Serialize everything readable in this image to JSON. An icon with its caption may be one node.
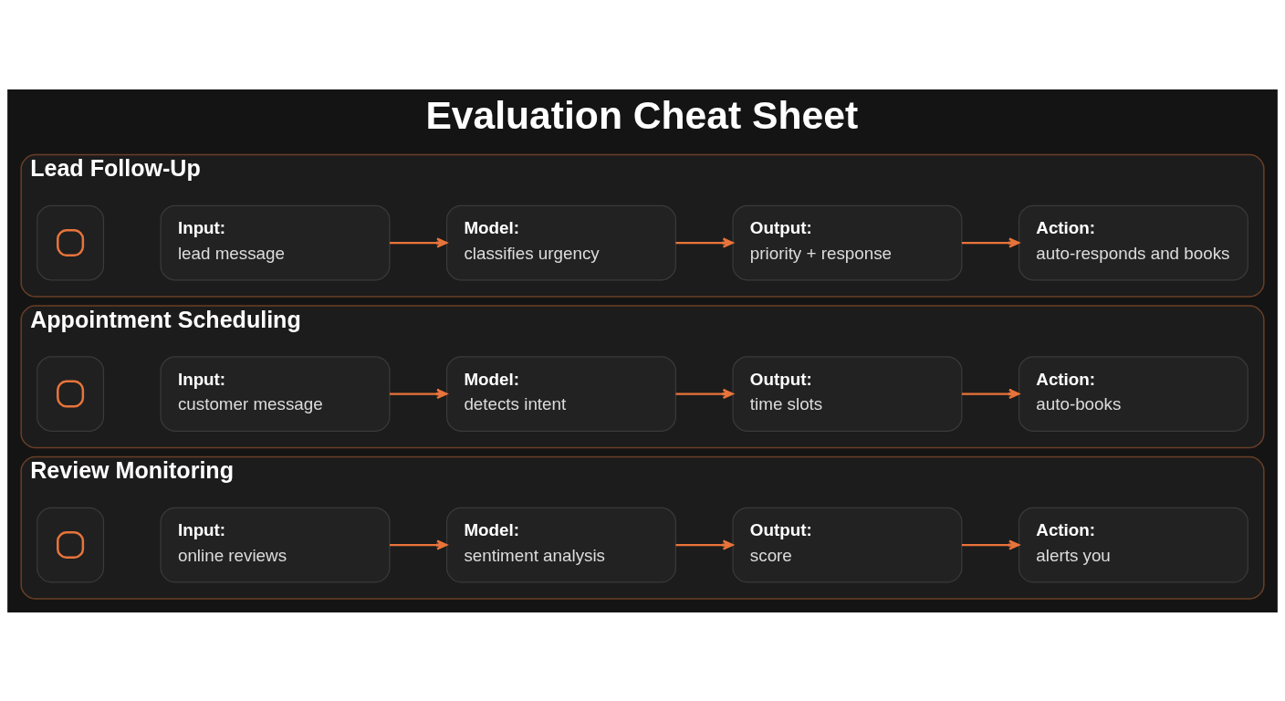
{
  "diagram": {
    "title": "Evaluation Cheat Sheet",
    "nodes": [
      {
        "text": [
          "Lead Follow-Up"
        ]
      },
      {
        "text": [],
        "shape": "picture",
        "in": 0
      },
      {
        "text": [
          "Input:",
          "lead message"
        ],
        "in": 0
      },
      {
        "text": [
          "Model:",
          "classifies urgency"
        ],
        "in": 0
      },
      {
        "text": [
          "Output:",
          "priority + response"
        ],
        "in": 0
      },
      {
        "text": [
          "Action:",
          "auto-responds and books"
        ],
        "in": 0
      },
      {
        "text": [
          "Appointment Scheduling"
        ]
      },
      {
        "text": [],
        "shape": "picture",
        "in": 6
      },
      {
        "text": [
          "Input:",
          "customer message"
        ],
        "in": 6
      },
      {
        "text": [
          "Model:",
          "detects intent"
        ],
        "in": 6
      },
      {
        "text": [
          "Output:",
          "time slots"
        ],
        "in": 6
      },
      {
        "text": [
          "Action:",
          "auto-books"
        ],
        "in": 6
      },
      {
        "text": [
          "Review Monitoring"
        ]
      },
      {
        "text": [],
        "shape": "picture",
        "in": 12
      },
      {
        "text": [
          "Input:",
          "online reviews"
        ],
        "in": 12
      },
      {
        "text": [
          "Model:",
          "sentiment analysis"
        ],
        "in": 12
      },
      {
        "text": [
          "Output:",
          "score"
        ],
        "in": 12
      },
      {
        "text": [
          "Action:",
          "alerts you"
        ],
        "in": 12
      }
    ],
    "edges": [
      {
        "from": 2,
        "to": 3,
        "arrow": "to"
      },
      {
        "from": 3,
        "to": 4,
        "arrow": "to"
      },
      {
        "from": 4,
        "to": 5,
        "arrow": "to"
      },
      {
        "from": 8,
        "to": 9,
        "arrow": "to"
      },
      {
        "from": 9,
        "to": 10,
        "arrow": "to"
      },
      {
        "from": 10,
        "to": 11,
        "arrow": "to"
      },
      {
        "from": 14,
        "to": 15,
        "arrow": "to"
      },
      {
        "from": 15,
        "to": 16,
        "arrow": "to"
      },
      {
        "from": 16,
        "to": 17,
        "arrow": "to"
      }
    ]
  }
}
